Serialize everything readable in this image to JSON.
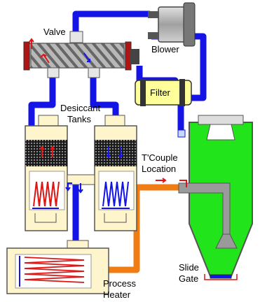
{
  "labels": {
    "valve": "Valve",
    "blower": "Blower",
    "filter": "Filter",
    "desiccant_tanks_line1": "Desiccant",
    "desiccant_tanks_line2": "Tanks",
    "tcouple_line1": "T'Couple",
    "tcouple_line2": "Location",
    "slide_gate_line1": "Slide",
    "slide_gate_line2": "Gate",
    "process_heater_line1": "Process",
    "process_heater_line2": "Heater"
  },
  "colors": {
    "pipe_blue": "#1414e6",
    "pipe_orange": "#f07c14",
    "hopper_green": "#22e41a",
    "filter_yellow": "#ffff99",
    "tank_cream": "#fff5cc",
    "flow_arrow_red": "#e01414",
    "heater_coil": "#e01414"
  }
}
